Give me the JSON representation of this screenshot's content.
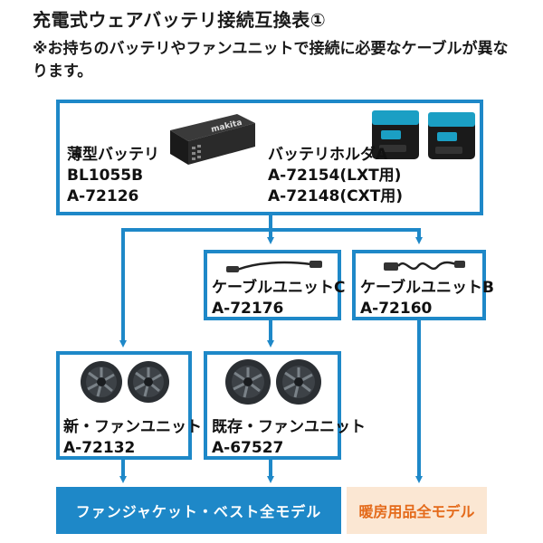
{
  "header": {
    "title": "充電式ウェアバッテリ接続互換表①",
    "note": "※お持ちのバッテリやファンユニットで接続に必要なケーブルが異なります。"
  },
  "battery": {
    "name": "薄型バッテリ",
    "model1": "BL1055B",
    "model2": "A-72126",
    "logo": "makita"
  },
  "holder": {
    "name": "バッテリホルダA",
    "model1": "A-72154(LXT用)",
    "model2": "A-72148(CXT用)"
  },
  "cable_c": {
    "name": "ケーブルユニットC",
    "model": "A-72176"
  },
  "cable_b": {
    "name": "ケーブルユニットB",
    "model": "A-72160"
  },
  "fan_new": {
    "name": "新・ファンユニット",
    "model": "A-72132"
  },
  "fan_old": {
    "name": "既存・ファンユニット",
    "model": "A-67527"
  },
  "targets": {
    "jacket": "ファンジャケット・ベスト全モデル",
    "heated": "暖房用品全モデル"
  },
  "colors": {
    "accent": "#1e88c8",
    "heated_bg": "#fbe7d3",
    "heated_text": "#e46a1a"
  }
}
